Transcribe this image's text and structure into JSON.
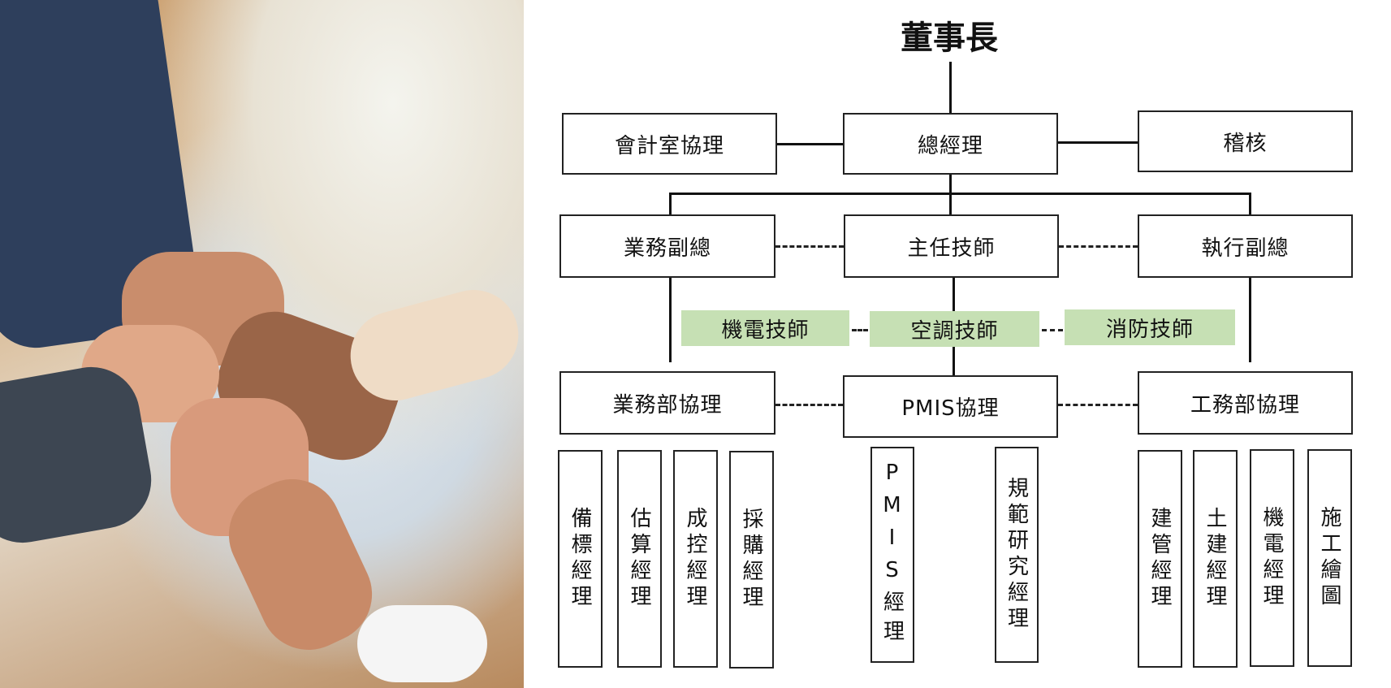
{
  "photo": {
    "description_icon": "teamwork-hands-photo"
  },
  "chart": {
    "chairman": "董事長",
    "row1": {
      "left": "會計室協理",
      "center": "總經理",
      "right": "稽核"
    },
    "row2": {
      "left": "業務副總",
      "center": "主任技師",
      "right": "執行副總"
    },
    "engineers": [
      "機電技師",
      "空調技師",
      "消防技師"
    ],
    "row3": {
      "left": "業務部協理",
      "center": "PMIS協理",
      "right": "工務部協理"
    },
    "sales_staff": [
      "備標經理",
      "估算經理",
      "成控經理",
      "採購經理"
    ],
    "pmis_staff": [
      "PMIS經理",
      "規範研究經理"
    ],
    "works_staff": [
      "建管經理",
      "土建經理",
      "機電經理",
      "施工繪圖"
    ],
    "colors": {
      "engineer_fill": "#c6e0b4",
      "line": "#111111"
    }
  }
}
